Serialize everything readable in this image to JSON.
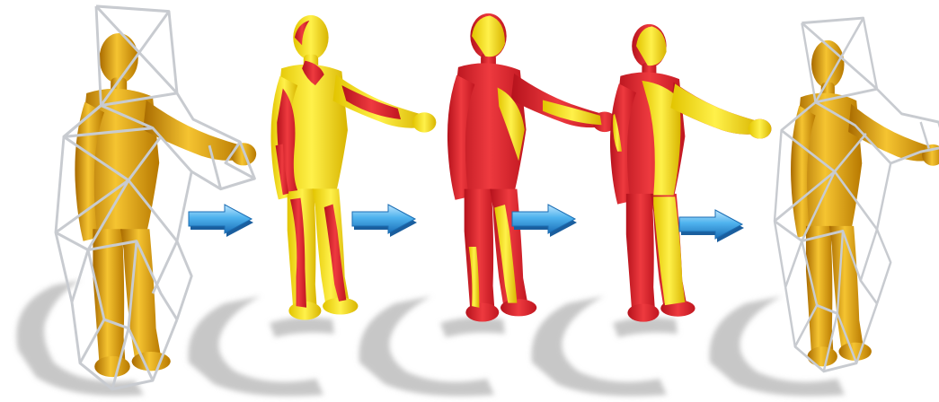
{
  "figure": {
    "panels": [
      {
        "name": "source-cage",
        "mesh_color": "#e8a410",
        "cage": true,
        "overlay": false
      },
      {
        "name": "overlay-step-1",
        "mesh_color": "#f2e118",
        "overlay_color": "#e2202c",
        "cage": false,
        "overlay": true
      },
      {
        "name": "overlay-step-2",
        "mesh_color": "#f2e118",
        "overlay_color": "#e2202c",
        "cage": false,
        "overlay": true
      },
      {
        "name": "overlay-step-3",
        "mesh_color": "#f2e118",
        "overlay_color": "#e2202c",
        "cage": false,
        "overlay": true
      },
      {
        "name": "result-cage",
        "mesh_color": "#e8a410",
        "cage": true,
        "overlay": false
      }
    ],
    "arrows": 4,
    "arrow_color": "#3aa0e0",
    "cage_color": "#c8cbd0",
    "shadow_color": "#c7c7c7"
  }
}
